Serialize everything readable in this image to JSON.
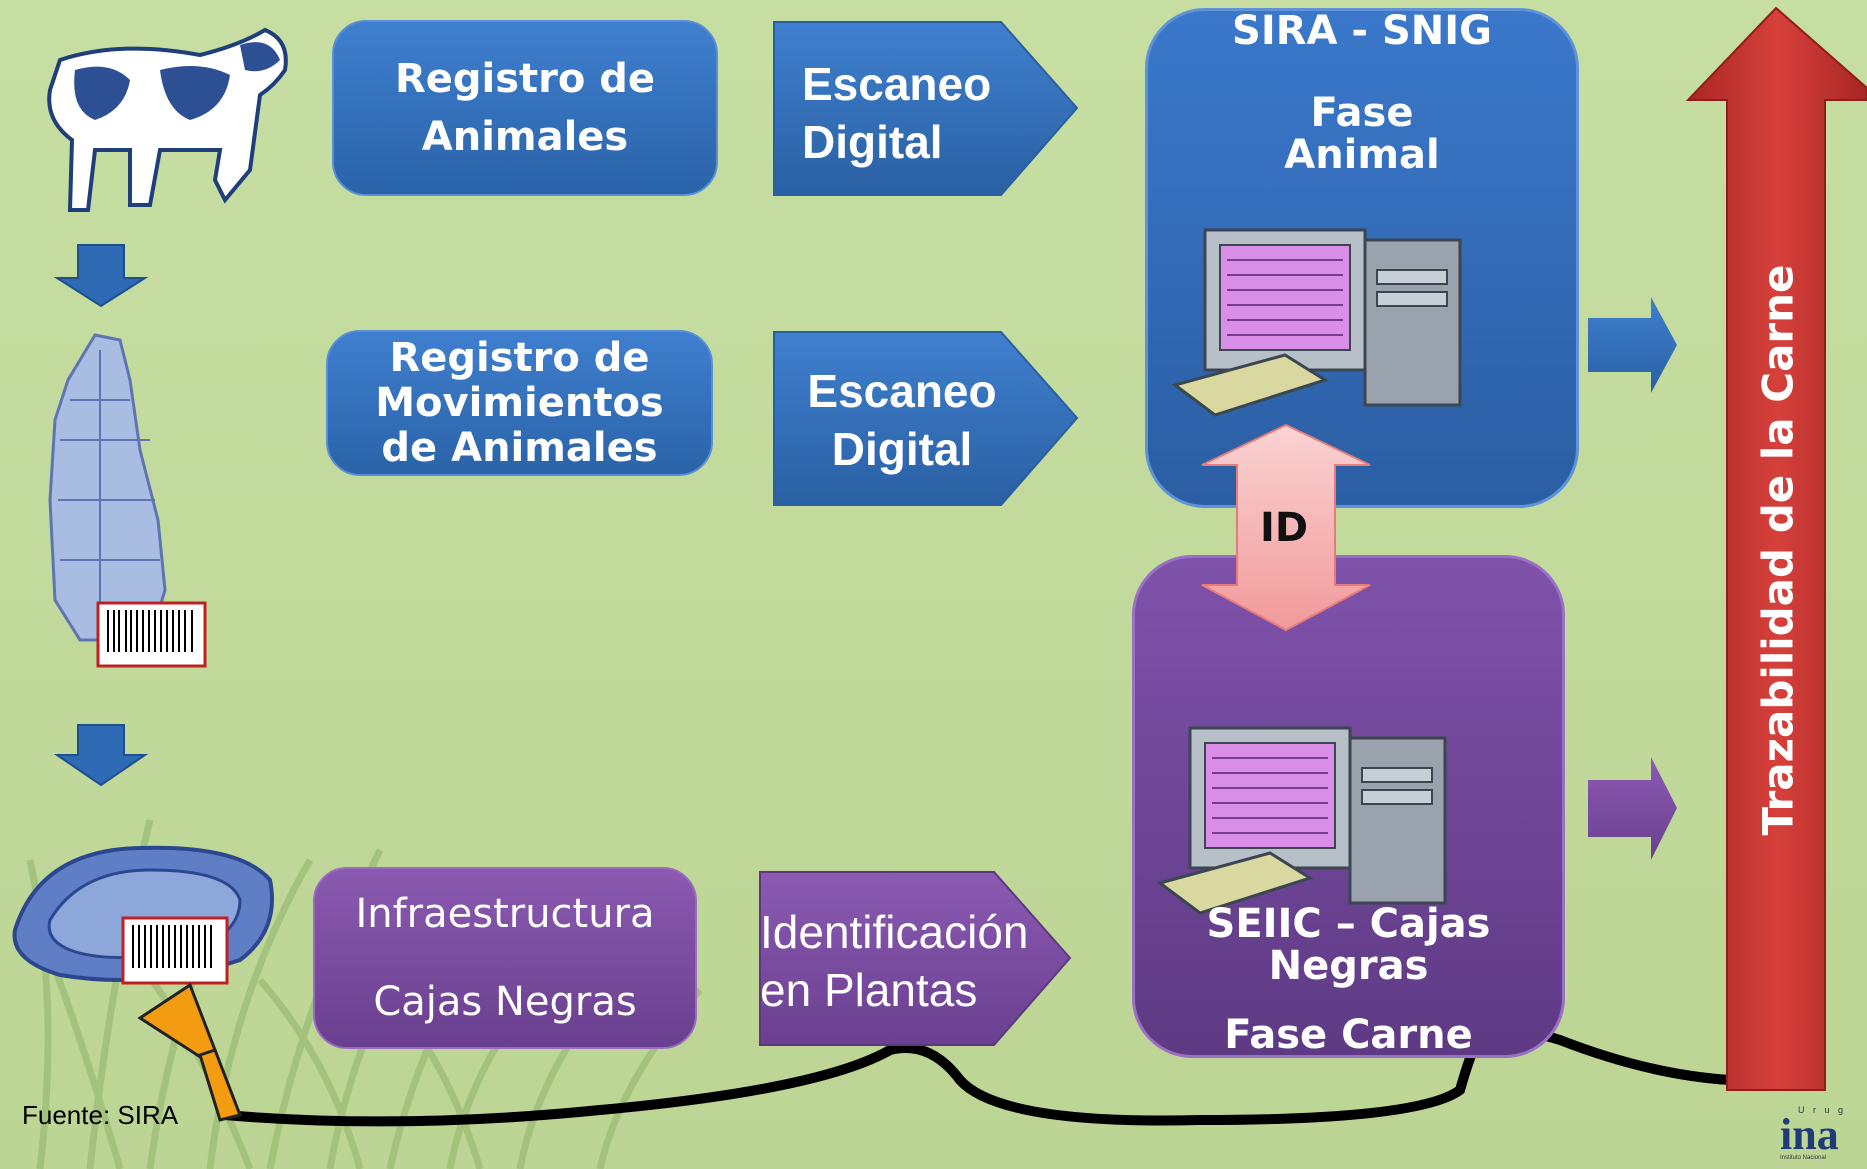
{
  "colors": {
    "background": "#c5dca0",
    "blue": "#2f6ab5",
    "purple": "#6e4494",
    "red": "#c0302e",
    "id_arrow": "#f5a3a3",
    "cable": "#000000",
    "scanner": "#f39c12"
  },
  "boxes": {
    "registro_animales": {
      "line1": "Registro de",
      "line2": "Animales"
    },
    "registro_movimientos": {
      "line1": "Registro de",
      "line2": "Movimientos",
      "line3": "de Animales"
    },
    "infraestructura": {
      "line1": "Infraestructura",
      "line2": "Cajas Negras"
    }
  },
  "arrows": {
    "escaneo_1": {
      "line1": "Escaneo",
      "line2": "Digital"
    },
    "escaneo_2": {
      "line1": "Escaneo",
      "line2": "Digital"
    },
    "identificacion": {
      "line1": "Identificación",
      "line2": "en Plantas"
    }
  },
  "panels": {
    "sira": {
      "title": "SIRA - SNIG",
      "line1": "Fase",
      "line2": "Animal"
    },
    "seiic": {
      "line1": "SEIIC – Cajas",
      "line2": "Negras",
      "line3": "Fase Carne"
    }
  },
  "id_label": "ID",
  "trazabilidad_label": "Trazabilidad de la Carne",
  "source_note": "Fuente: SIRA",
  "logo": {
    "text": "ina",
    "tagline": "U r u g",
    "sub": "Instituto Nacional"
  },
  "icons": [
    "cow-icon",
    "carcass-icon",
    "meat-tray-icon",
    "barcode-icon",
    "computer-icon",
    "scanner-icon",
    "down-arrow-icon",
    "right-arrow-icon"
  ]
}
